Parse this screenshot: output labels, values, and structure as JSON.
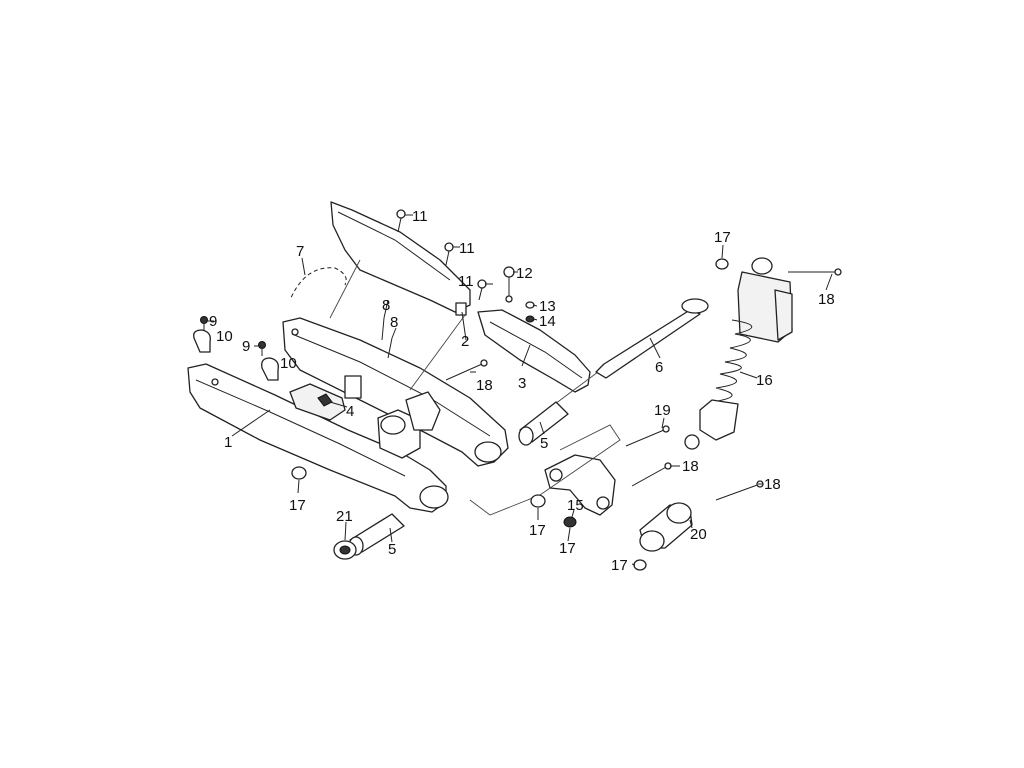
{
  "labels": [
    "1",
    "2",
    "3",
    "4",
    "5",
    "5",
    "6",
    "7",
    "8",
    "8",
    "9",
    "9",
    "10",
    "10",
    "11",
    "11",
    "11",
    "12",
    "13",
    "14",
    "15",
    "16",
    "17",
    "17",
    "17",
    "17",
    "17",
    "18",
    "18",
    "18",
    "18",
    "19",
    "20",
    "21"
  ]
}
